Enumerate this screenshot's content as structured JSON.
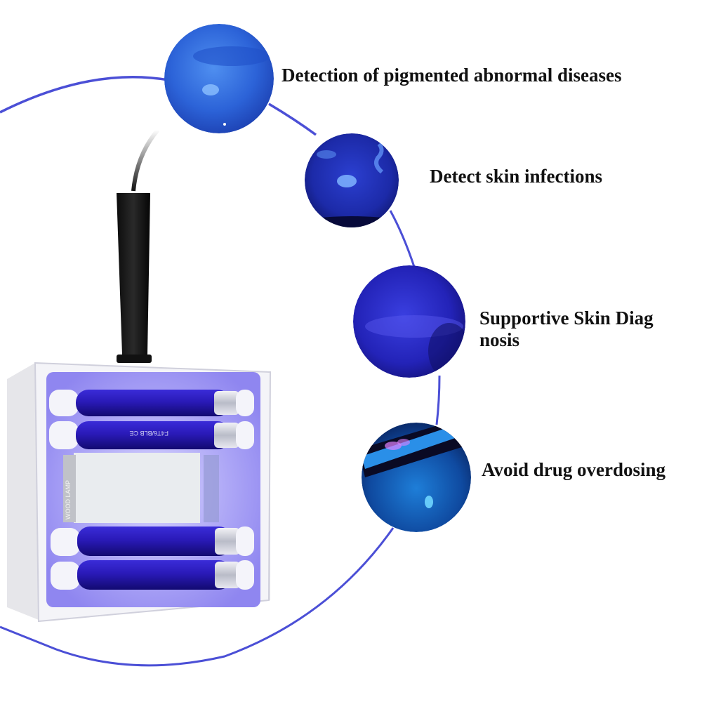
{
  "features": [
    {
      "label": "Detection of pigmented abnormal diseases",
      "image": "uv-skin-pigmentation-closeup"
    },
    {
      "label": "Detect skin infections",
      "image": "uv-fluorescent-infection-spots"
    },
    {
      "label": "Supportive Skin Diag\nnosis",
      "image": "uv-lips-skin-closeup"
    },
    {
      "label": "Avoid drug overdosing",
      "image": "uv-skin-lesion-with-device"
    }
  ],
  "product": {
    "name": "wood-lamp-uv-device",
    "side_label": "WOOD LAMP",
    "tube_label": "F4T6/BLB CE",
    "tube_count": 4
  },
  "colors": {
    "arc": "#4b4fd6",
    "uv_glow": "#2a1fd1",
    "text": "#111111"
  }
}
